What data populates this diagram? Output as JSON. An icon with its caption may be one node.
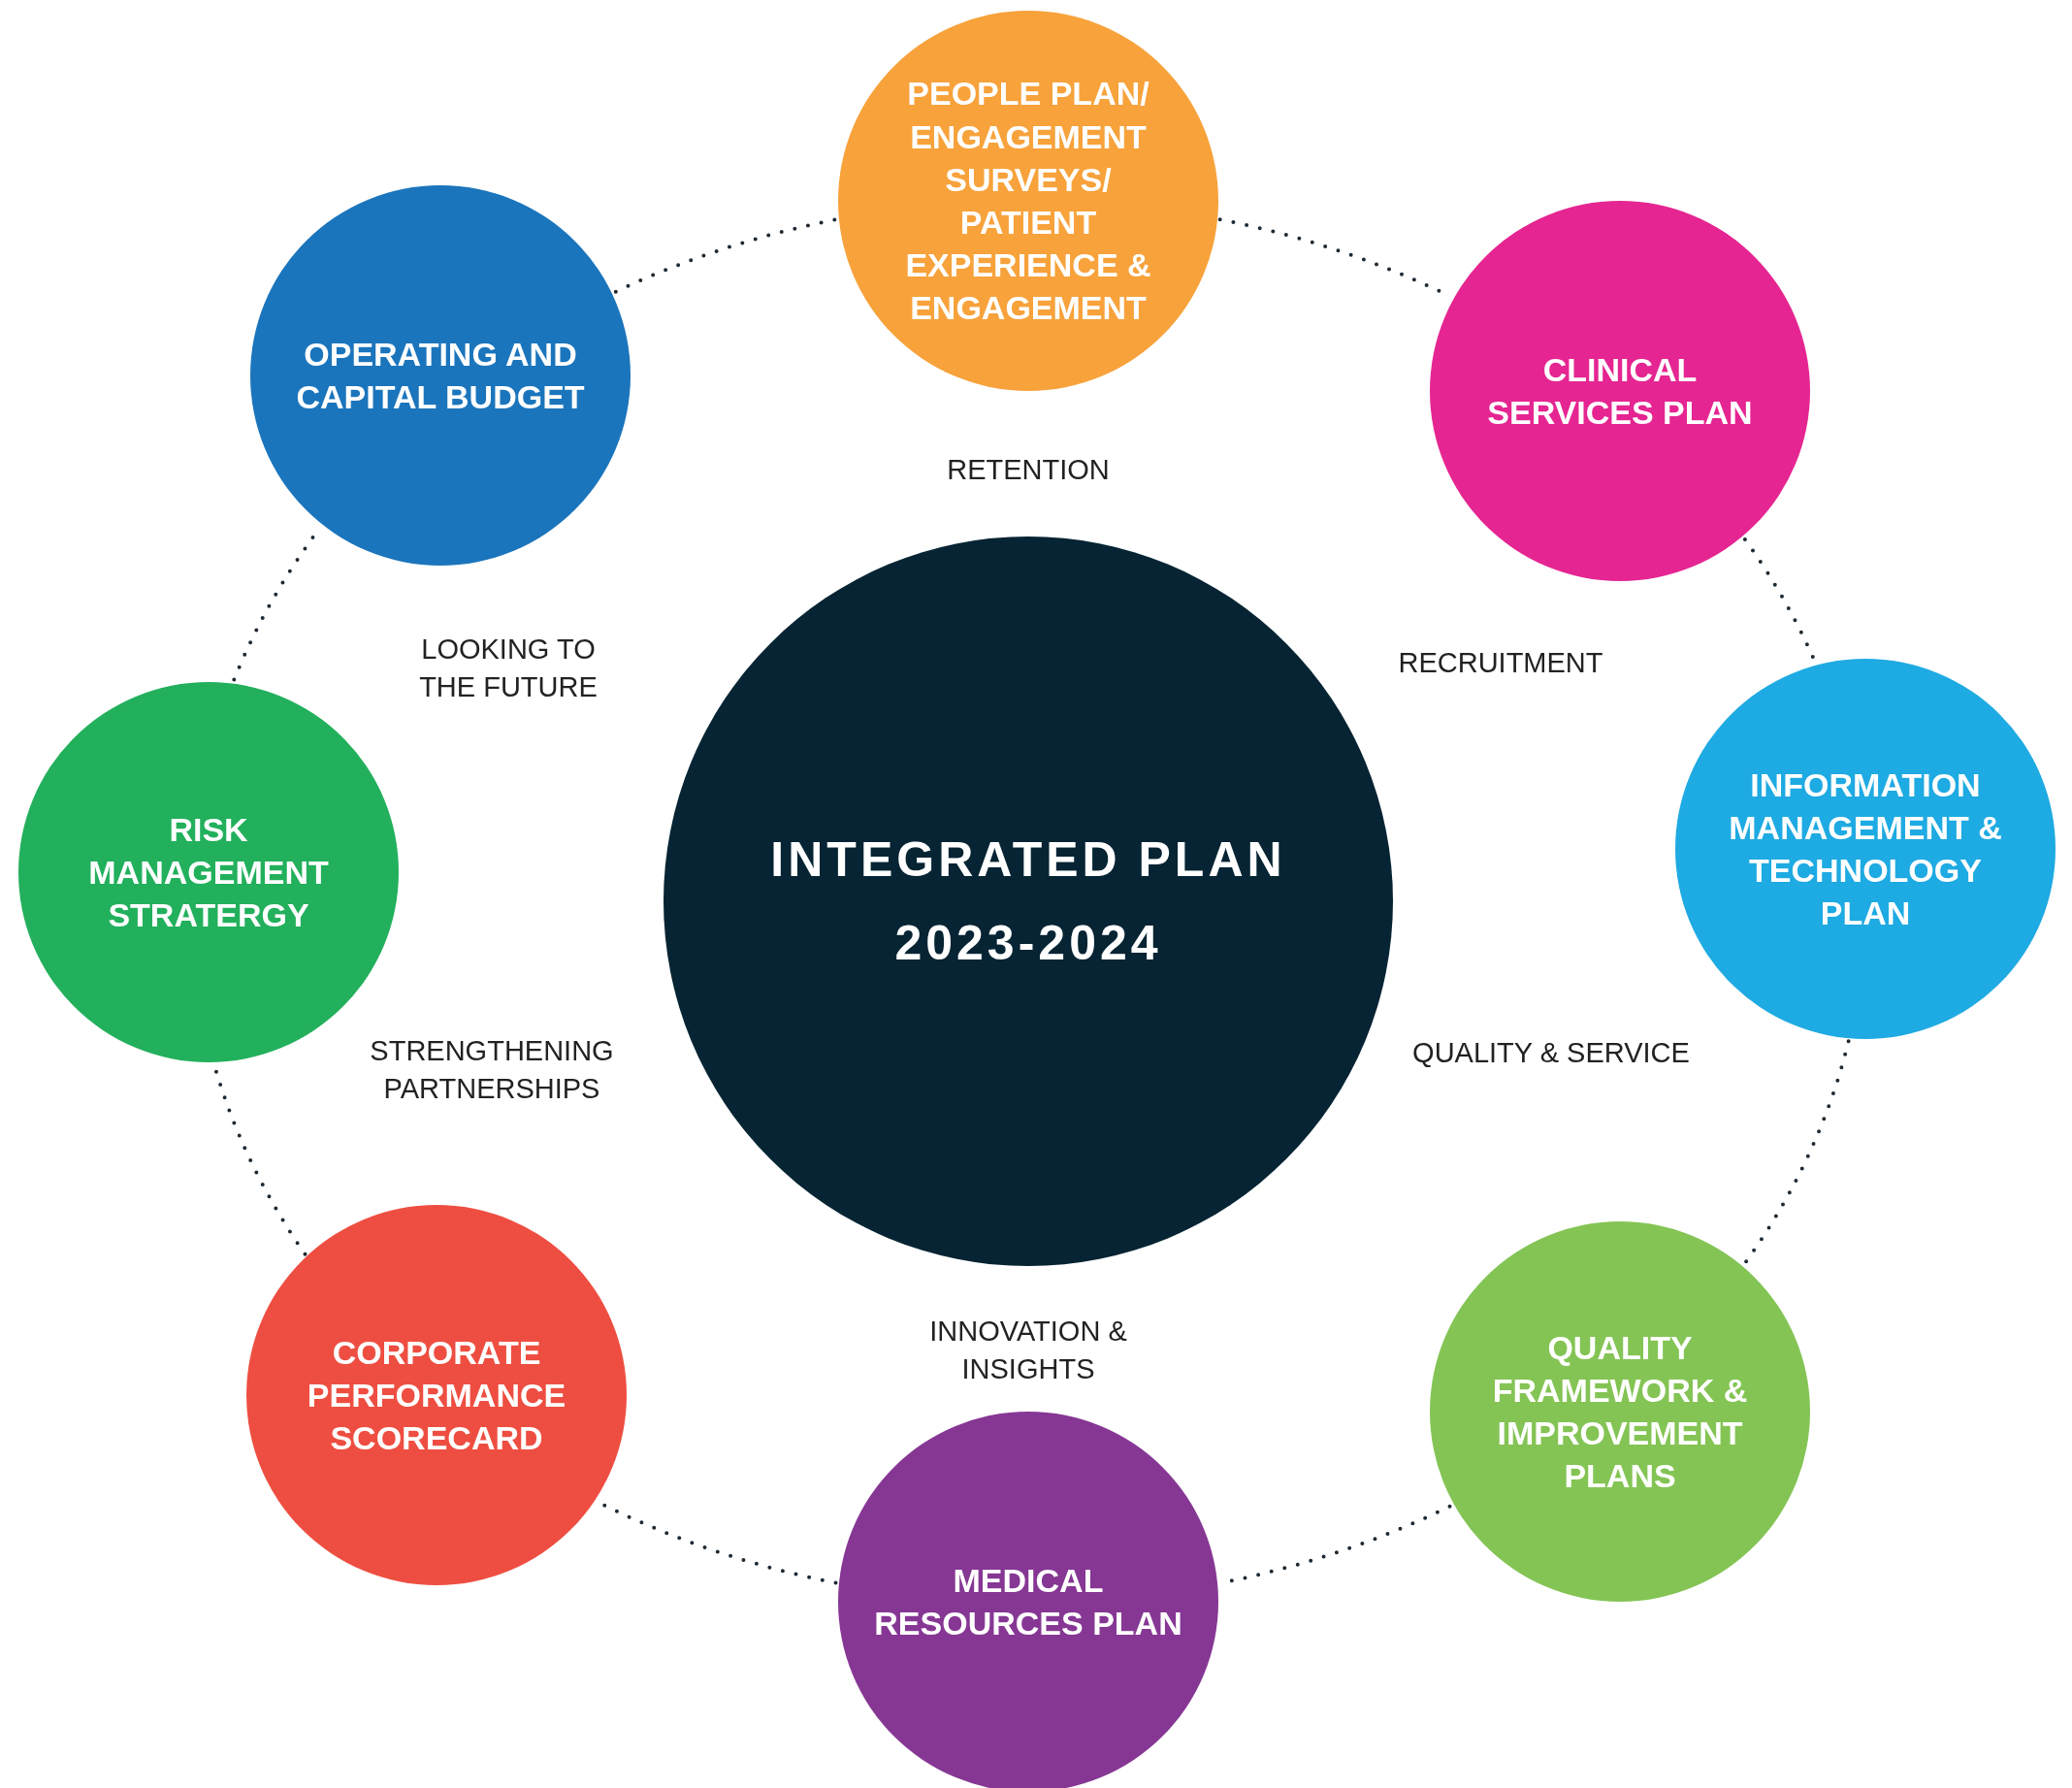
{
  "diagram": {
    "nodes": [
      {
        "text": [
          "INTEGRATED PLAN",
          "2023-2024"
        ]
      },
      {
        "text": [
          "PEOPLE PLAN/ ENGAGEMENT SURVEYS/ PATIENT EXPERIENCE & ENGAGEMENT"
        ]
      },
      {
        "text": [
          "CLINICAL SERVICES PLAN"
        ]
      },
      {
        "text": [
          "INFORMATION MANAGEMENT & TECHNOLOGY PLAN"
        ]
      },
      {
        "text": [
          "QUALITY FRAMEWORK & IMPROVEMENT PLANS"
        ]
      },
      {
        "text": [
          "MEDICAL RESOURCES PLAN"
        ]
      },
      {
        "text": [
          "CORPORATE PERFORMANCE SCORECARD"
        ]
      },
      {
        "text": [
          "RISK MANAGEMENT STRATERGY"
        ]
      },
      {
        "text": [
          "OPERATING AND CAPITAL BUDGET"
        ]
      }
    ],
    "edges": [
      {
        "from": 8,
        "to": 1,
        "arrow": "none",
        "style": "dashed"
      },
      {
        "from": 1,
        "to": 2,
        "arrow": "none",
        "style": "dashed"
      },
      {
        "from": 2,
        "to": 3,
        "arrow": "none",
        "style": "dashed"
      },
      {
        "from": 3,
        "to": 4,
        "arrow": "none",
        "style": "dashed"
      },
      {
        "from": 4,
        "to": 5,
        "arrow": "none",
        "style": "dashed"
      },
      {
        "from": 5,
        "to": 6,
        "arrow": "none",
        "style": "dashed"
      },
      {
        "from": 6,
        "to": 7,
        "arrow": "none",
        "style": "dashed"
      },
      {
        "from": 7,
        "to": 8,
        "arrow": "none",
        "style": "dashed"
      }
    ],
    "labels": [
      "RETENTION",
      "LOOKING TO THE FUTURE",
      "RECRUITMENT",
      "STRENGTHENING PARTNERSHIPS",
      "QUALITY & SERVICE",
      "INNOVATION & INSIGHTS"
    ]
  }
}
